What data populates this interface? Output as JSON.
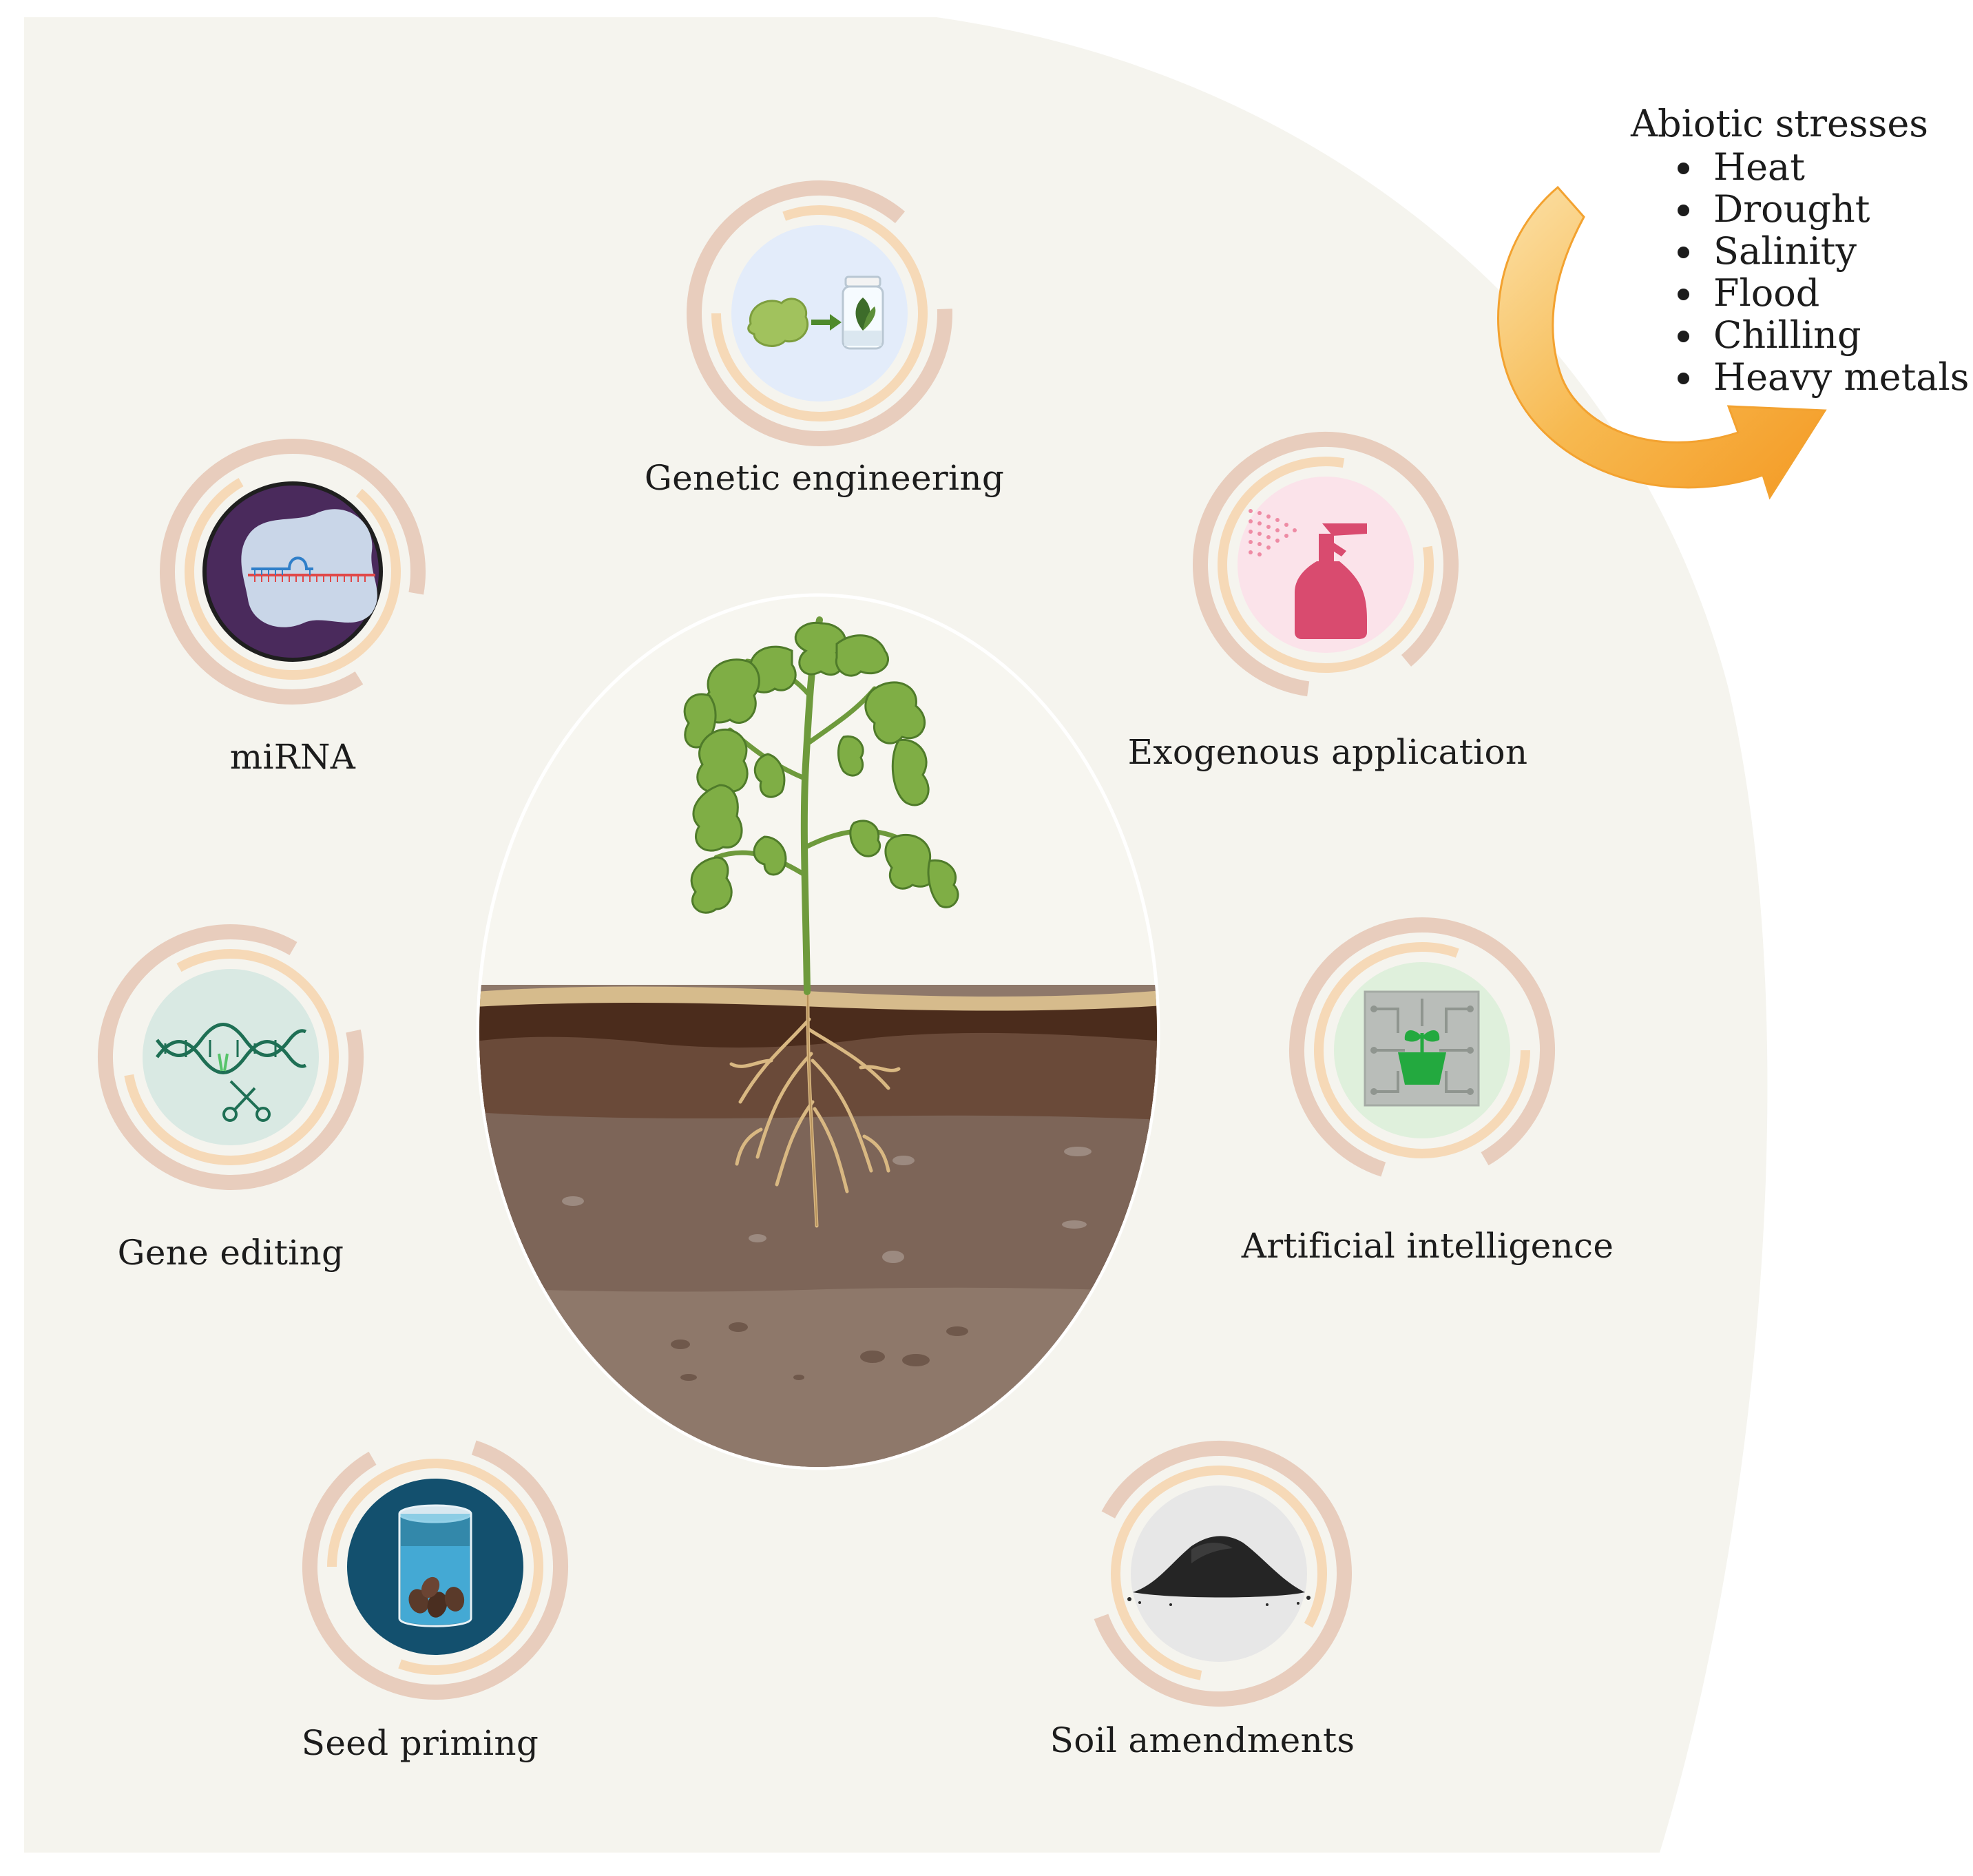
{
  "center": {
    "name": "plant",
    "colors": {
      "soil_top": "#d6bb8c",
      "soil_dark": "#4b2c1c",
      "soil_mid": "#6a4a39",
      "soil_low": "#7d6558",
      "soil_base": "#8e786a",
      "leaf": "#7fae45",
      "leaf_dark": "#4f7b2a",
      "root": "#d9b882"
    }
  },
  "strategies": [
    {
      "id": "genetic-engineering",
      "label": "Genetic engineering",
      "icon": "tissue-culture-jar-icon",
      "fill": "#e3ecfa"
    },
    {
      "id": "exogenous-application",
      "label": "Exogenous application",
      "icon": "spray-bottle-icon",
      "fill": "#fbe3ea"
    },
    {
      "id": "artificial-intelligence",
      "label": "Artificial intelligence",
      "icon": "circuit-plant-icon",
      "fill": "#dff0dc"
    },
    {
      "id": "soil-amendments",
      "label": "Soil amendments",
      "icon": "soil-pile-icon",
      "fill": "#e7e7e7"
    },
    {
      "id": "seed-priming",
      "label": "Seed priming",
      "icon": "seed-beaker-icon",
      "fill": "#13506e"
    },
    {
      "id": "gene-editing",
      "label": "Gene editing",
      "icon": "dna-scissors-icon",
      "fill": "#d9e9e3"
    },
    {
      "id": "mirna",
      "label": "miRNA",
      "icon": "mirna-cell-icon",
      "fill": "#4a2a5c"
    }
  ],
  "stresses": {
    "title": "Abiotic stresses",
    "items": [
      "Heat",
      "Drought",
      "Salinity",
      "Flood",
      "Chilling",
      "Heavy metals"
    ],
    "arrow_color": "#f7ae3b"
  },
  "colors": {
    "background": "#f5f4ee",
    "ring_outer": "#e8cdbd",
    "ring_inner": "#f6d9b7"
  }
}
